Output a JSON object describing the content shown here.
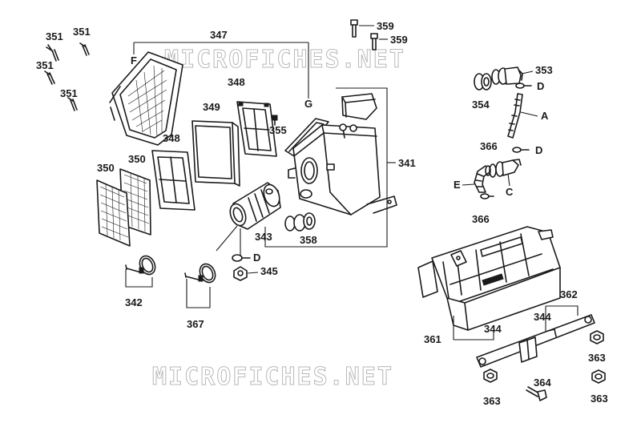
{
  "watermark": "MICROFICHES.NET",
  "labels": {
    "p341": "341",
    "p342": "342",
    "p343": "343",
    "p344a": "344",
    "p344b": "344",
    "p345": "345",
    "p347": "347",
    "p348a": "348",
    "p348b": "348",
    "p349": "349",
    "p350a": "350",
    "p350b": "350",
    "p351a": "351",
    "p351b": "351",
    "p351c": "351",
    "p351d": "351",
    "p353": "353",
    "p354": "354",
    "p355": "355",
    "p358": "358",
    "p359a": "359",
    "p359b": "359",
    "p361": "361",
    "p362": "362",
    "p363a": "363",
    "p363b": "363",
    "p363c": "363",
    "p364": "364",
    "p366a": "366",
    "p366b": "366",
    "p367": "367",
    "refA": "A",
    "refC": "C",
    "refD1": "D",
    "refD2": "D",
    "refD3": "D",
    "refE": "E",
    "refF": "F",
    "refG": "G"
  }
}
